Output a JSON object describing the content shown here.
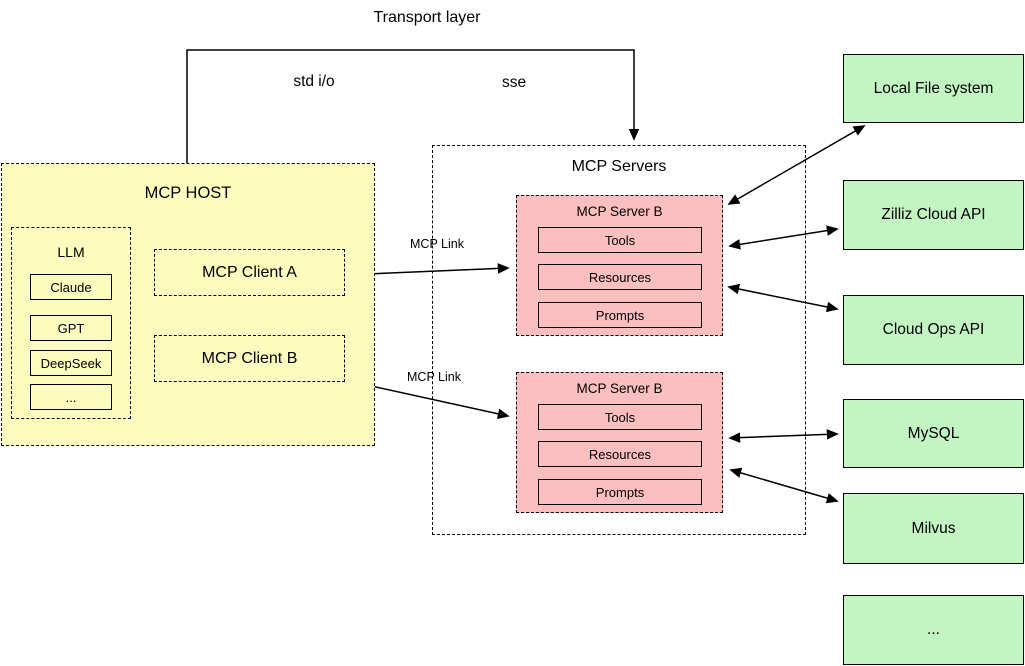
{
  "labels": {
    "transport": "Transport layer",
    "stdio": "std i/o",
    "sse": "sse",
    "mcp_link_a": "MCP Link",
    "mcp_link_b": "MCP Link"
  },
  "host": {
    "title": "MCP HOST",
    "llm": {
      "title": "LLM",
      "models": [
        "Claude",
        "GPT",
        "DeepSeek",
        "..."
      ]
    },
    "clients": [
      {
        "label": "MCP Client A"
      },
      {
        "label": "MCP Client B"
      }
    ]
  },
  "servers": {
    "title": "MCP Servers",
    "list": [
      {
        "title": "MCP Server B",
        "components": [
          "Tools",
          "Resources",
          "Prompts"
        ]
      },
      {
        "title": "MCP Server B",
        "components": [
          "Tools",
          "Resources",
          "Prompts"
        ]
      }
    ]
  },
  "external_systems": [
    "Local File system",
    "Zilliz Cloud API",
    "Cloud Ops API",
    "MySQL",
    "Milvus",
    "..."
  ],
  "connections": [
    {
      "from": "Transport layer",
      "to": "MCP Servers",
      "via": [
        "std i/o",
        "sse"
      ],
      "direction": "one-way"
    },
    {
      "from": "MCP Client A",
      "to": "MCP Server B (top)",
      "label": "MCP Link",
      "direction": "one-way"
    },
    {
      "from": "MCP Client B",
      "to": "MCP Server B (bottom)",
      "label": "MCP Link",
      "direction": "one-way"
    },
    {
      "from": "MCP Server B (top)",
      "to": "Local File system",
      "direction": "two-way"
    },
    {
      "from": "MCP Server B (top)",
      "to": "Zilliz Cloud API",
      "direction": "two-way"
    },
    {
      "from": "MCP Server B (top)",
      "to": "Cloud Ops API",
      "direction": "two-way"
    },
    {
      "from": "MCP Server B (bottom)",
      "to": "MySQL",
      "direction": "two-way"
    },
    {
      "from": "MCP Server B (bottom)",
      "to": "Milvus",
      "direction": "two-way"
    }
  ],
  "colors": {
    "host_fill": "#FCFCBE",
    "server_fill": "#FBBFBF",
    "external_fill": "#C2F5C2",
    "line": "#000000"
  }
}
